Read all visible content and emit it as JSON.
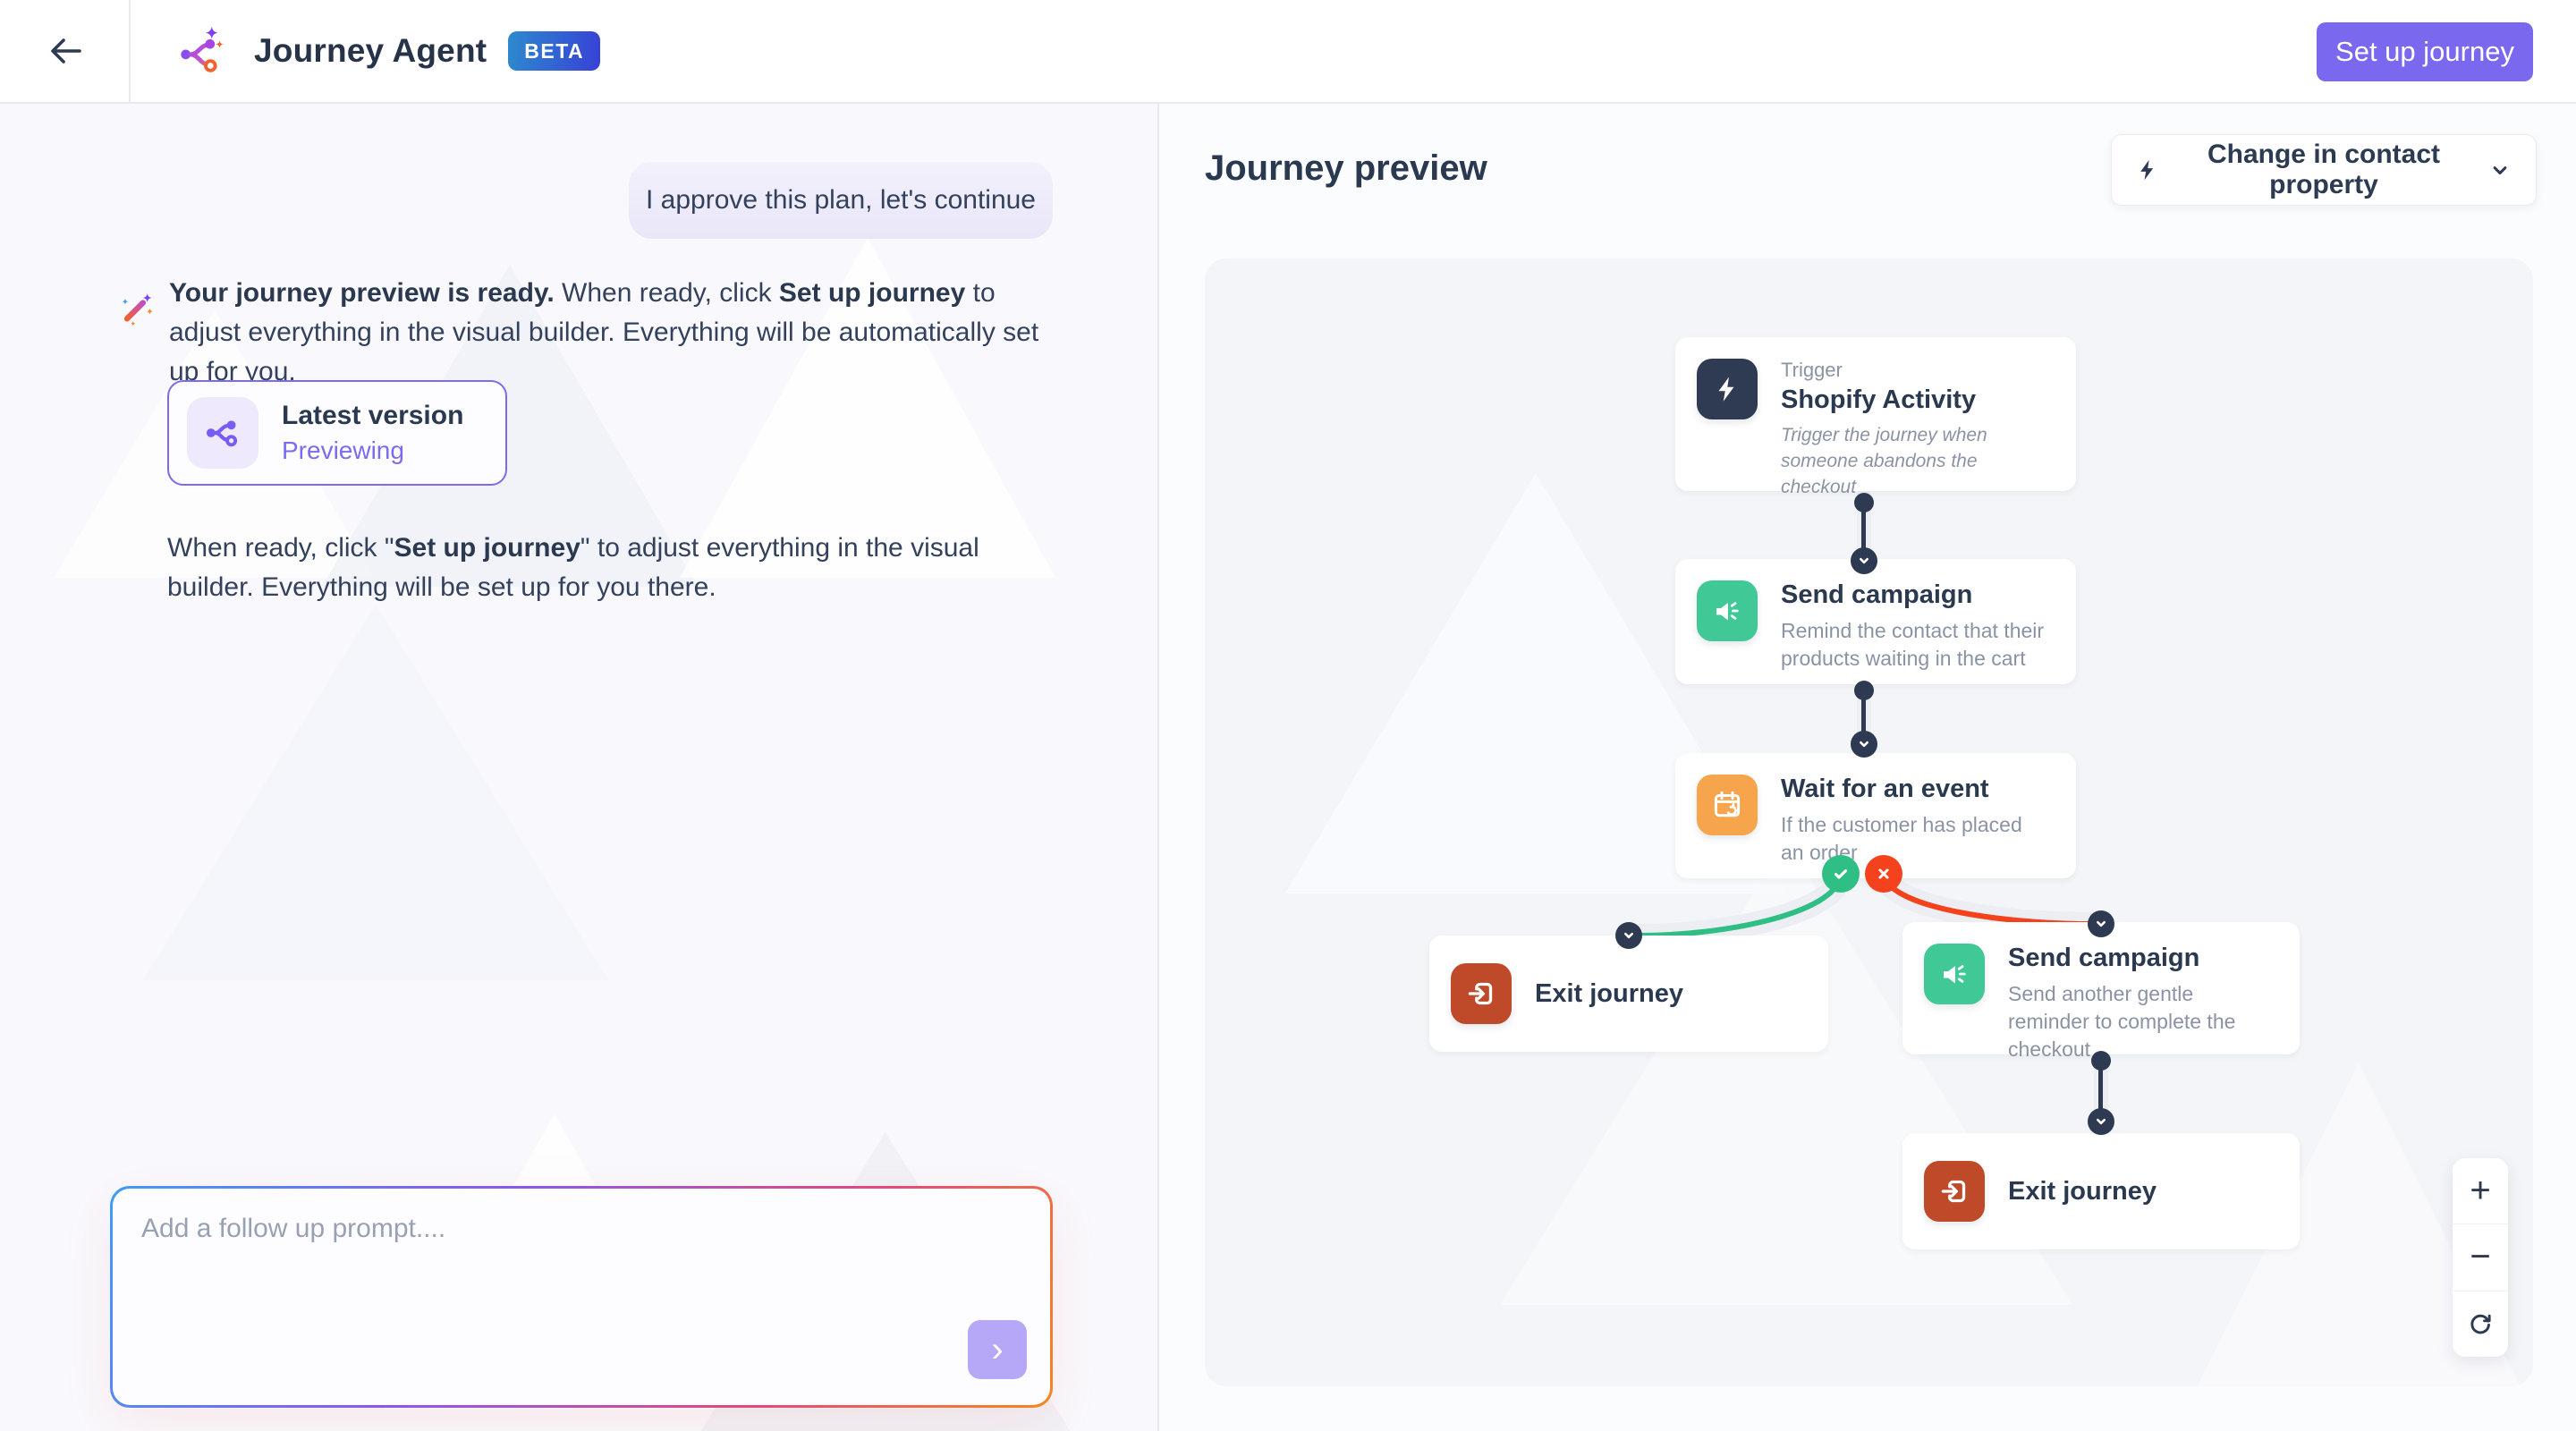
{
  "header": {
    "title": "Journey Agent",
    "beta": "BETA",
    "setup_button": "Set up journey"
  },
  "chat": {
    "user_message": "I approve this plan, let's continue",
    "assistant": {
      "bold_intro": "Your journey preview is ready.",
      "mid": " When ready, click ",
      "bold_action": "Set up journey",
      "end": " to adjust everything in the visual builder. Everything will be automatically set up for you."
    },
    "version_card": {
      "title": "Latest version",
      "status": "Previewing"
    },
    "note": {
      "start": "When ready, click \"",
      "bold": "Set up journey",
      "end": "\" to adjust everything in the visual builder. Everything will be set up for you there."
    },
    "input_placeholder": "Add a follow up prompt....",
    "send_label": "›"
  },
  "preview": {
    "title": "Journey preview",
    "filter_dropdown": "Change in contact property",
    "nodes": {
      "trigger": {
        "kind": "Trigger",
        "title": "Shopify Activity",
        "desc": "Trigger the journey when someone abandons the checkout"
      },
      "send1": {
        "title": "Send campaign",
        "desc": "Remind the contact that their products waiting in the cart"
      },
      "wait": {
        "title": "Wait for an event",
        "desc": "If the customer has placed an order"
      },
      "exit_yes": {
        "title": "Exit journey"
      },
      "send2": {
        "title": "Send campaign",
        "desc": "Send another gentle reminder to complete the checkout"
      },
      "exit_no": {
        "title": "Exit journey"
      }
    },
    "zoom_controls": {
      "zoom_in": "+",
      "zoom_out": "−"
    }
  },
  "colors": {
    "accent_purple": "#7a68ee",
    "light_purple": "#b7a7f7",
    "navy": "#2f3b52",
    "green": "#40c896",
    "branch_green": "#2fbf85",
    "branch_red": "#f4431c",
    "rust": "#bf4a2a",
    "orange": "#f6a54c",
    "canvas_bg": "#f3f5f8",
    "beta_gradient": [
      "#2d8ace",
      "#3741d6"
    ]
  }
}
